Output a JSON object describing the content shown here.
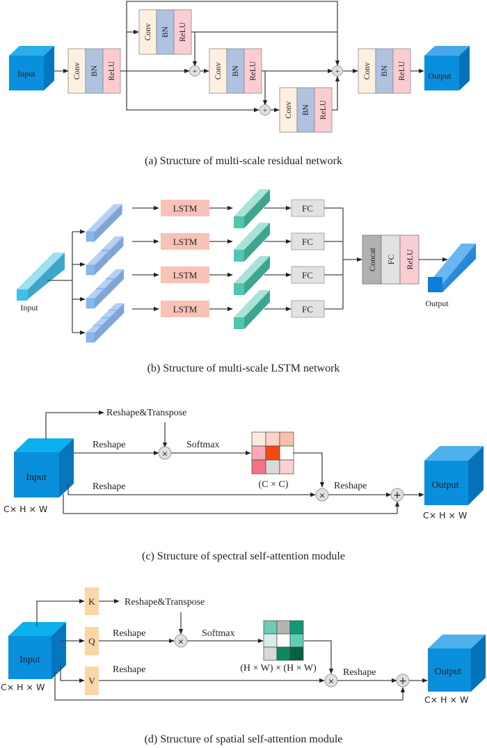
{
  "figure": {
    "panels": [
      {
        "id": "a",
        "caption": "(a) Structure of multi-scale residual network",
        "input_label": "Input",
        "output_label": "Output",
        "block_layers": [
          "Conv",
          "BN",
          "ReLU"
        ],
        "block_count": 5,
        "operator_symbol": "+"
      },
      {
        "id": "b",
        "caption": "(b) Structure of multi-scale LSTM network",
        "input_label": "Input",
        "output_label": "Output",
        "branch_count": 4,
        "lstm_label": "LSTM",
        "fc_label": "FC",
        "head_layers": [
          "Concat",
          "FC",
          "ReLU"
        ]
      },
      {
        "id": "c",
        "caption": "(c) Structure of spectral self-attention module",
        "input_label": "Input",
        "output_label": "Output",
        "input_dims": "C× H × W",
        "output_dims": "C× H × W",
        "transpose_label": "Reshape&Transpose",
        "reshape_label_1": "Reshape",
        "reshape_label_2": "Reshape",
        "reshape_label_3": "Reshape",
        "softmax_label": "Softmax",
        "matrix_label": "(C × C)",
        "matrix_colors": [
          "#fde8e1",
          "#fcd3c9",
          "#fbc0ad",
          "#f9aab6",
          "#f24a12",
          "#ffffff",
          "#f27485",
          "#d9d9d9",
          "#fbd0d4"
        ],
        "multiply_symbol": "×",
        "add_symbol": "+"
      },
      {
        "id": "d",
        "caption": "(d) Structure of spatial self-attention module",
        "input_label": "Input",
        "output_label": "Output",
        "input_dims": "C× H × W",
        "output_dims": "C× H × W",
        "k_label": "K",
        "q_label": "Q",
        "v_label": "V",
        "transpose_label": "Reshape&Transpose",
        "reshape_label_1": "Reshape",
        "reshape_label_2": "Reshape",
        "reshape_label_3": "Reshape",
        "softmax_label": "Softmax",
        "matrix_label": "(H × W) × (H × W)",
        "matrix_colors": [
          "#6ccbb4",
          "#b4b4b4",
          "#109a74",
          "#d6efea",
          "#ffffff",
          "#62cdb7",
          "#d9d9d9",
          "#0b8a5e",
          "#07623f"
        ],
        "multiply_symbol": "×",
        "add_symbol": "+"
      }
    ],
    "colors": {
      "conv": "#fdf0e0",
      "bn": "#afc3e0",
      "relu": "#fbcdd2",
      "cube_front": "#0a8fdd",
      "cube_top": "#2fb2ee",
      "cube_side": "#0672b8",
      "lstm": "#f8c2b6",
      "fc": "#e2e2e2",
      "concat": "#b0b0b0",
      "qkv": "#fbd6a6",
      "bar_blue": "#8db9ee",
      "bar_teal": "#4fc7ae"
    }
  }
}
